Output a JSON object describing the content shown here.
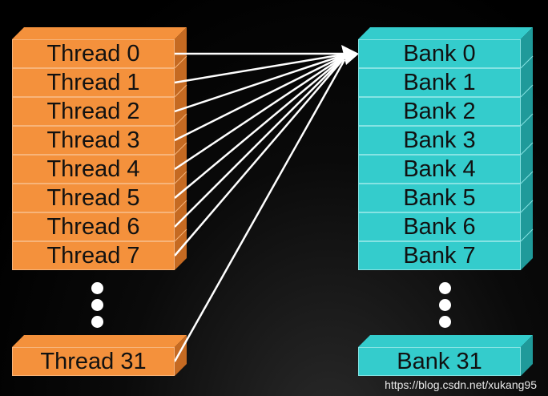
{
  "threads": {
    "items": [
      "Thread 0",
      "Thread 1",
      "Thread 2",
      "Thread 3",
      "Thread 4",
      "Thread 5",
      "Thread 6",
      "Thread 7"
    ],
    "last": "Thread 31",
    "color": "#f4913c",
    "side_color": "#c56a22"
  },
  "banks": {
    "items": [
      "Bank 0",
      "Bank 1",
      "Bank 2",
      "Bank 3",
      "Bank 4",
      "Bank 5",
      "Bank 6",
      "Bank 7"
    ],
    "last": "Bank 31",
    "color": "#34cccc",
    "side_color": "#1f9a9a"
  },
  "arrow_color": "#ffffff",
  "arrow_target": "Bank 0",
  "watermark": "https://blog.csdn.net/xukang95"
}
